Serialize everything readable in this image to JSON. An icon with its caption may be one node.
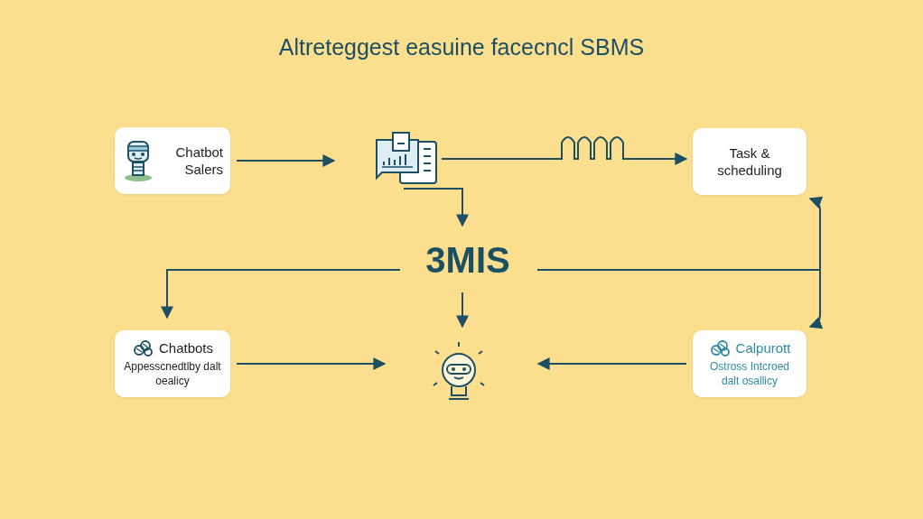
{
  "diagram": {
    "title": "Altreteggest easuine facecncl SBMS",
    "nodes": [
      {
        "text": [
          "Chatbot Salers"
        ]
      },
      {
        "text": [],
        "shape": "picture"
      },
      {
        "text": [
          "Task & scheduling"
        ]
      },
      {
        "text": [
          "3MIS"
        ]
      },
      {
        "text": [
          "Chatbots",
          "Appesscnedtlby dalt oealicy"
        ]
      },
      {
        "text": [],
        "shape": "picture"
      },
      {
        "text": [
          "Calpurott",
          "Ostross Intcroed dalt osallicy"
        ]
      }
    ],
    "edges": [
      {
        "from": 0,
        "to": 1,
        "arrow": "to"
      },
      {
        "from": 1,
        "to": 2,
        "arrow": "to"
      },
      {
        "from": 1,
        "to": 3,
        "arrow": "to"
      },
      {
        "from": 3,
        "to": 4,
        "arrow": "to"
      },
      {
        "from": 3,
        "to": 5,
        "arrow": "to"
      },
      {
        "from": 3,
        "to": 2,
        "arrow": "to"
      },
      {
        "from": 3,
        "to": 6,
        "arrow": "to"
      },
      {
        "from": 4,
        "to": 5,
        "arrow": "to"
      },
      {
        "from": 6,
        "to": 5,
        "arrow": "to"
      }
    ]
  }
}
